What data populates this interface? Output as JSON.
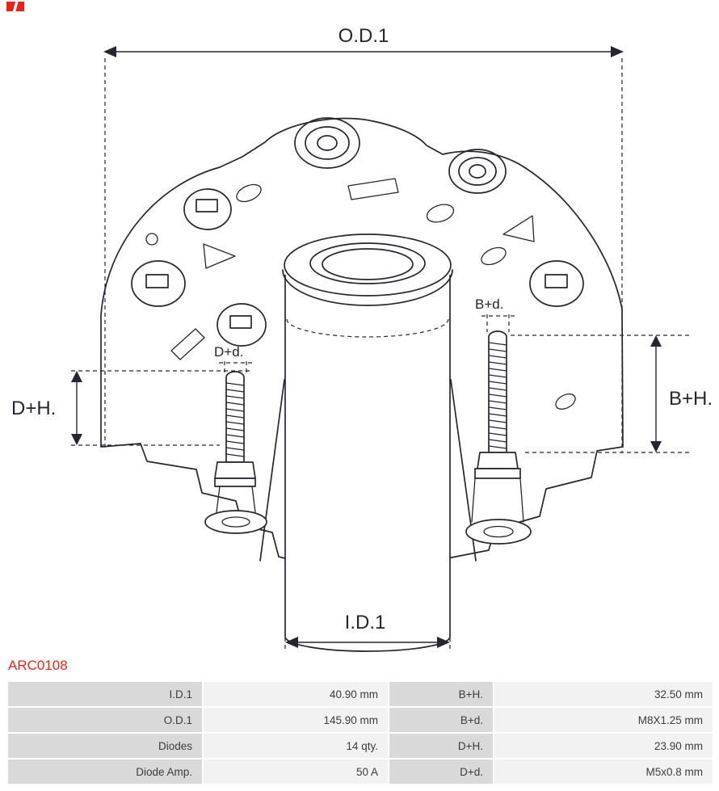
{
  "part": {
    "number": "ARC0108"
  },
  "colors": {
    "accent_red": "#e8251d",
    "line": "#262630",
    "table_label_bg": "#d9d9d9",
    "table_value_bg": "#f2f2f2"
  },
  "diagram": {
    "dimension_labels": {
      "od1": "O.D.1",
      "id1": "I.D.1",
      "dh": "D+H.",
      "bh": "B+H.",
      "dd": "D+d.",
      "bd": "B+d."
    }
  },
  "table": {
    "rows": [
      {
        "cells": [
          "I.D.1",
          "40.90 mm",
          "B+H.",
          "32.50 mm"
        ]
      },
      {
        "cells": [
          "O.D.1",
          "145.90 mm",
          "B+d.",
          "M8X1.25 mm"
        ]
      },
      {
        "cells": [
          "Diodes",
          "14 qty.",
          "D+H.",
          "23.90 mm"
        ]
      },
      {
        "cells": [
          "Diode Amp.",
          "50 A",
          "D+d.",
          "M5x0.8 mm"
        ]
      }
    ]
  }
}
